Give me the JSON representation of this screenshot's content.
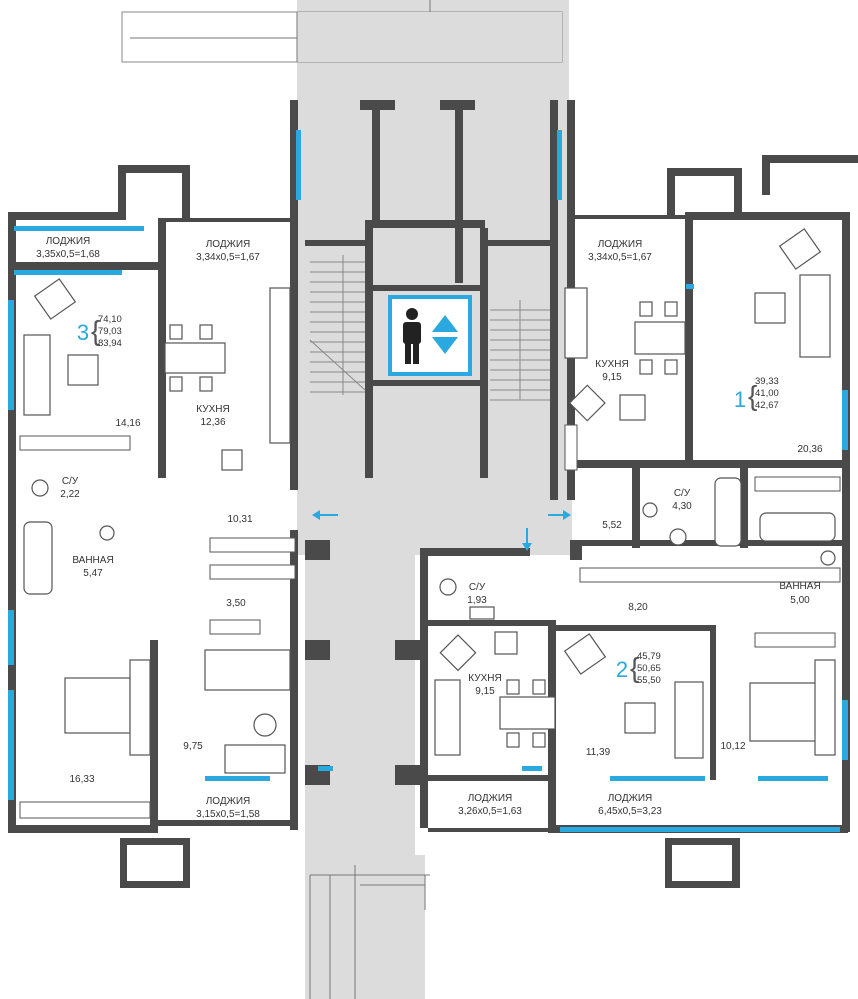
{
  "colors": {
    "wall": "#4a4a4a",
    "glass": "#29a9e0",
    "core": "#dcdcdc",
    "accent": "#29a9e0"
  },
  "icons": {
    "elevator": "elevator-icon",
    "arrows": "entry-arrow-icon"
  },
  "apartments": {
    "apt1": {
      "number": "1",
      "areas": [
        "39,33",
        "41,00",
        "42,67"
      ]
    },
    "apt2": {
      "number": "2",
      "areas": [
        "45,79",
        "50,65",
        "55,50"
      ]
    },
    "apt3": {
      "number": "3",
      "areas": [
        "74,10",
        "79,03",
        "83,94"
      ]
    }
  },
  "rooms": {
    "loggia_tl": {
      "name": "ЛОДЖИЯ",
      "calc": "3,35х0,5=1,68"
    },
    "loggia_tm": {
      "name": "ЛОДЖИЯ",
      "calc": "3,34х0,5=1,67"
    },
    "loggia_tr": {
      "name": "ЛОДЖИЯ",
      "calc": "3,34х0,5=1,67"
    },
    "loggia_bl": {
      "name": "ЛОДЖИЯ",
      "calc": "3,15х0,5=1,58"
    },
    "loggia_bm": {
      "name": "ЛОДЖИЯ",
      "calc": "3,26х0,5=1,63"
    },
    "loggia_br": {
      "name": "ЛОДЖИЯ",
      "calc": "6,45х0,5=3,23"
    },
    "kitchen_3": {
      "name": "КУХНЯ",
      "area": "12,36"
    },
    "kitchen_1": {
      "name": "КУХНЯ",
      "area": "9,15"
    },
    "kitchen_2": {
      "name": "КУХНЯ",
      "area": "9,15"
    },
    "wc_3": {
      "name": "С/У",
      "area": "2,22"
    },
    "wc_1": {
      "name": "С/У",
      "area": "4,30"
    },
    "wc_2": {
      "name": "С/У",
      "area": "1,93"
    },
    "bath_3": {
      "name": "ВАННАЯ",
      "area": "5,47"
    },
    "bath_2": {
      "name": "ВАННАЯ",
      "area": "5,00"
    },
    "living_3": {
      "area": "14,16"
    },
    "hall_3": {
      "area": "10,31"
    },
    "closet_3": {
      "area": "3,50"
    },
    "bedroom_3a": {
      "area": "16,33"
    },
    "bedroom_3b": {
      "area": "9,75"
    },
    "living_1": {
      "area": "20,36"
    },
    "hall_1": {
      "area": "5,52"
    },
    "hall_2": {
      "area": "8,20"
    },
    "living_2": {
      "area": "11,39"
    },
    "bedroom_2": {
      "area": "10,12"
    }
  }
}
